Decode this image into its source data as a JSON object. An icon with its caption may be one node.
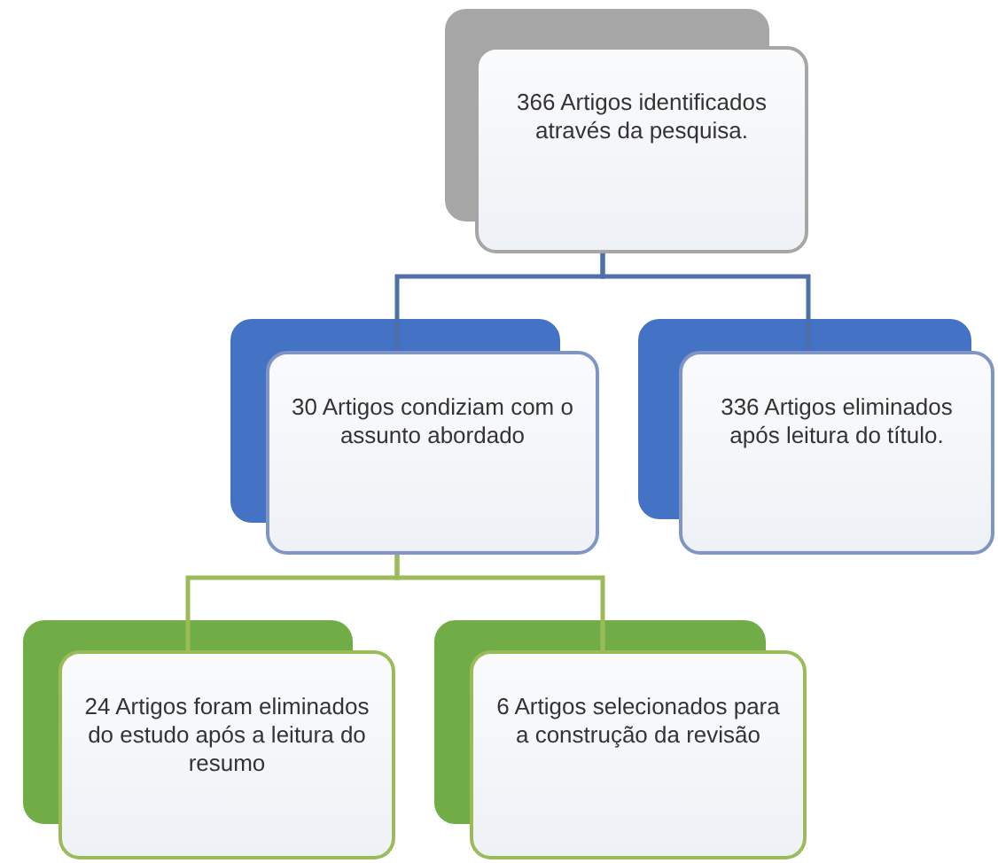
{
  "diagram": {
    "nodes": [
      {
        "text": [
          "366 Artigos identificados através da pesquisa."
        ]
      },
      {
        "text": [
          "30 Artigos condiziam com o assunto abordado"
        ]
      },
      {
        "text": [
          "336 Artigos eliminados após leitura do título."
        ]
      },
      {
        "text": [
          "24 Artigos foram eliminados do estudo após a leitura do resumo"
        ]
      },
      {
        "text": [
          "6 Artigos selecionados para a construção da revisão"
        ]
      }
    ],
    "edges": [
      {
        "from": 0,
        "to": 1,
        "arrow": "none"
      },
      {
        "from": 0,
        "to": 2,
        "arrow": "none"
      },
      {
        "from": 1,
        "to": 3,
        "arrow": "none"
      },
      {
        "from": 1,
        "to": 4,
        "arrow": "none"
      }
    ]
  }
}
